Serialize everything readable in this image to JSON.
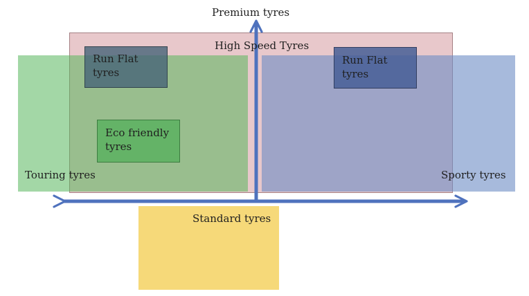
{
  "diagram": {
    "premium_label": "Premium tyres",
    "high_speed_label": "High Speed Tyres",
    "run_flat_left_label": "Run Flat\ntyres",
    "run_flat_right_label": "Run Flat\ntyres",
    "eco_label": "Eco friendly\ntyres",
    "touring_label": "Touring tyres",
    "sporty_label": "Sporty tyres",
    "standard_label": "Standard tyres"
  },
  "colors": {
    "axis": "#4f72bd",
    "high_speed": "#d69aa0",
    "touring": "#58b65c",
    "sporty": "#6c8cc4",
    "standard": "#f6d979"
  }
}
